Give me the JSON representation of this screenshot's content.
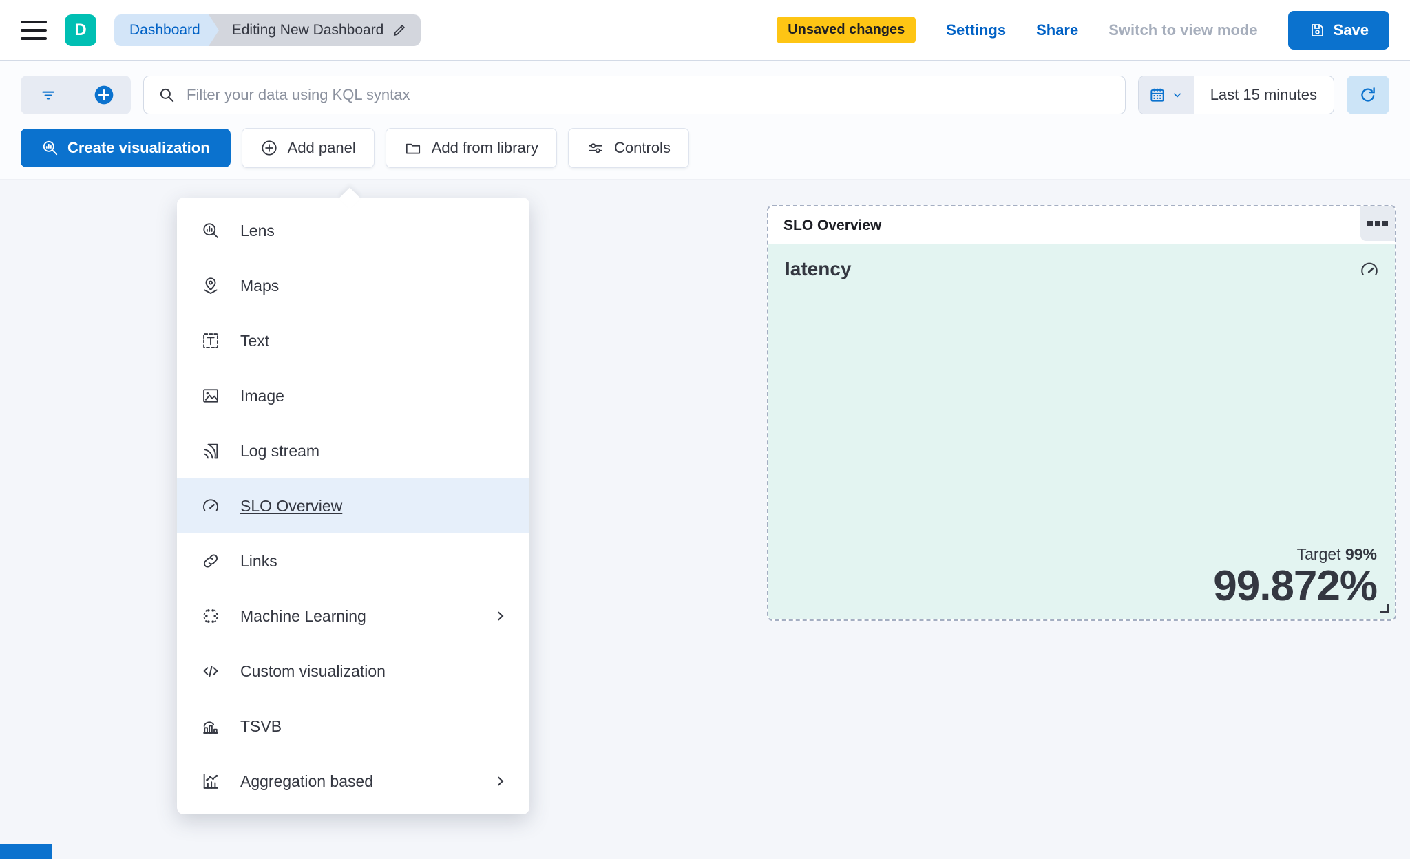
{
  "header": {
    "logo_letter": "D",
    "breadcrumbs": {
      "root": "Dashboard",
      "current": "Editing New Dashboard"
    },
    "unsaved_badge": "Unsaved changes",
    "settings_label": "Settings",
    "share_label": "Share",
    "view_mode_label": "Switch to view mode",
    "save_label": "Save"
  },
  "toolbar": {
    "kql_placeholder": "Filter your data using KQL syntax",
    "time_range": "Last 15 minutes"
  },
  "actions": {
    "create_visualization": "Create visualization",
    "add_panel": "Add panel",
    "add_from_library": "Add from library",
    "controls": "Controls"
  },
  "add_panel_menu": {
    "selected_item": "SLO Overview",
    "items": [
      {
        "label": "Lens",
        "icon": "lens-icon"
      },
      {
        "label": "Maps",
        "icon": "maps-icon"
      },
      {
        "label": "Text",
        "icon": "text-icon"
      },
      {
        "label": "Image",
        "icon": "image-icon"
      },
      {
        "label": "Log stream",
        "icon": "log-stream-icon"
      },
      {
        "label": "SLO Overview",
        "icon": "gauge-icon"
      },
      {
        "label": "Links",
        "icon": "link-icon"
      },
      {
        "label": "Machine Learning",
        "icon": "machine-learning-icon",
        "has_submenu": true
      },
      {
        "label": "Custom visualization",
        "icon": "code-icon"
      },
      {
        "label": "TSVB",
        "icon": "tsvb-icon"
      },
      {
        "label": "Aggregation based",
        "icon": "aggregation-icon",
        "has_submenu": true
      }
    ]
  },
  "slo_panel": {
    "title": "SLO Overview",
    "metric_title": "latency",
    "target_label": "Target",
    "target_value": "99%",
    "value": "99.872%"
  },
  "colors": {
    "primary_blue": "#0b72ce",
    "link_blue": "#0061c5",
    "warning_yellow": "#fec514",
    "brand_teal": "#00bfb3",
    "panel_teal_bg": "#e3f4f1",
    "selected_row_bg": "#e6effa",
    "text_dark": "#343741",
    "text_disabled": "#a6aebc"
  }
}
